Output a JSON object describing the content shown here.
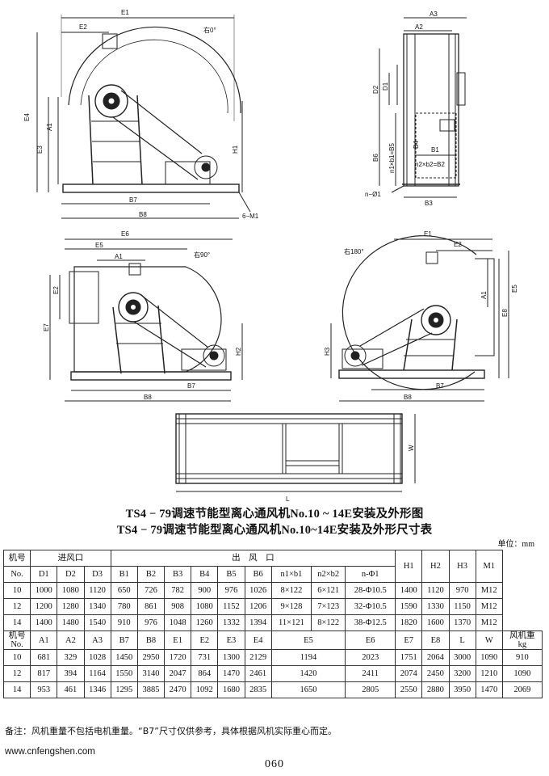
{
  "drawings": {
    "view1": {
      "orient": "右0°",
      "E1": "E1",
      "E2": "E2",
      "E3": "E3",
      "E4": "E4",
      "A1": "A1",
      "H1": "H1",
      "B7": "B7",
      "B8": "B8",
      "M1": "6−M1"
    },
    "view2": {
      "A3": "A3",
      "A2": "A2",
      "D1": "D1",
      "D2": "D2",
      "B6": "B6",
      "B4": "B4",
      "B1": "B1",
      "n1b1": "n1×b1=B5",
      "n2b2": "n2×b2=B2",
      "B3": "B3",
      "phi": "n−Ø1"
    },
    "view3": {
      "orient": "右90°",
      "E6": "E6",
      "E5": "E5",
      "A1": "A1",
      "E2": "E2",
      "E7": "E7",
      "H2": "H2",
      "B7": "B7",
      "B8": "B8"
    },
    "view4": {
      "orient": "右180°",
      "E1": "E1",
      "E2": "E2",
      "E5": "E5",
      "A1": "A1",
      "E8": "E8",
      "H3": "H3",
      "B7": "B7",
      "B8": "B8"
    },
    "frame": {
      "W": "W",
      "L": "L"
    }
  },
  "title1": "TS4 − 79调速节能型离心通风机No.10 ~ 14E安装及外形图",
  "title2": "TS4 − 79调速节能型离心通风机No.10~14E安装及外形尺寸表",
  "unit": "单位：mm",
  "table1": {
    "h_jh": "机号",
    "h_no": "No.",
    "h_in": "进风口",
    "h_out": "出　风　口",
    "h_h1": "H1",
    "h_h2": "H2",
    "h_h3": "H3",
    "h_m1": "M1",
    "sub": [
      "D1",
      "D2",
      "D3",
      "B1",
      "B2",
      "B3",
      "B4",
      "B5",
      "B6",
      "n1×b1",
      "n2×b2",
      "n-Φ1"
    ],
    "rows": [
      [
        "10",
        "1000",
        "1080",
        "1120",
        "650",
        "726",
        "782",
        "900",
        "976",
        "1026",
        "8×122",
        "6×121",
        "28-Φ10.5",
        "1400",
        "1120",
        "970",
        "M12"
      ],
      [
        "12",
        "1200",
        "1280",
        "1340",
        "780",
        "861",
        "908",
        "1080",
        "1152",
        "1206",
        "9×128",
        "7×123",
        "32-Φ10.5",
        "1590",
        "1330",
        "1150",
        "M12"
      ],
      [
        "14",
        "1400",
        "1480",
        "1540",
        "910",
        "976",
        "1048",
        "1260",
        "1332",
        "1394",
        "11×121",
        "8×122",
        "38-Φ12.5",
        "1820",
        "1600",
        "1370",
        "M12"
      ]
    ]
  },
  "table2": {
    "h_jh": "机号",
    "h_no": "No.",
    "heads": [
      "A1",
      "A2",
      "A3",
      "B7",
      "B8",
      "E1",
      "E2",
      "E3",
      "E4",
      "E5",
      "E6",
      "E7",
      "E8",
      "L",
      "W"
    ],
    "h_wt": "风机重",
    "h_kg": "kg",
    "rows": [
      [
        "10",
        "681",
        "329",
        "1028",
        "1450",
        "2950",
        "1720",
        "731",
        "1300",
        "2129",
        "1194",
        "2023",
        "1751",
        "2064",
        "3000",
        "1090",
        "910"
      ],
      [
        "12",
        "817",
        "394",
        "1164",
        "1550",
        "3140",
        "2047",
        "864",
        "1470",
        "2461",
        "1420",
        "2411",
        "2074",
        "2450",
        "3200",
        "1210",
        "1090"
      ],
      [
        "14",
        "953",
        "461",
        "1346",
        "1295",
        "3885",
        "2470",
        "1092",
        "1680",
        "2835",
        "1650",
        "2805",
        "2550",
        "2880",
        "3950",
        "1470",
        "2069"
      ]
    ]
  },
  "note": "备注：风机重量不包括电机重量。“B7”尺寸仅供参考，具体根据风机实际重心而定。",
  "website": "www.cnfengshen.com",
  "page_number": "060"
}
